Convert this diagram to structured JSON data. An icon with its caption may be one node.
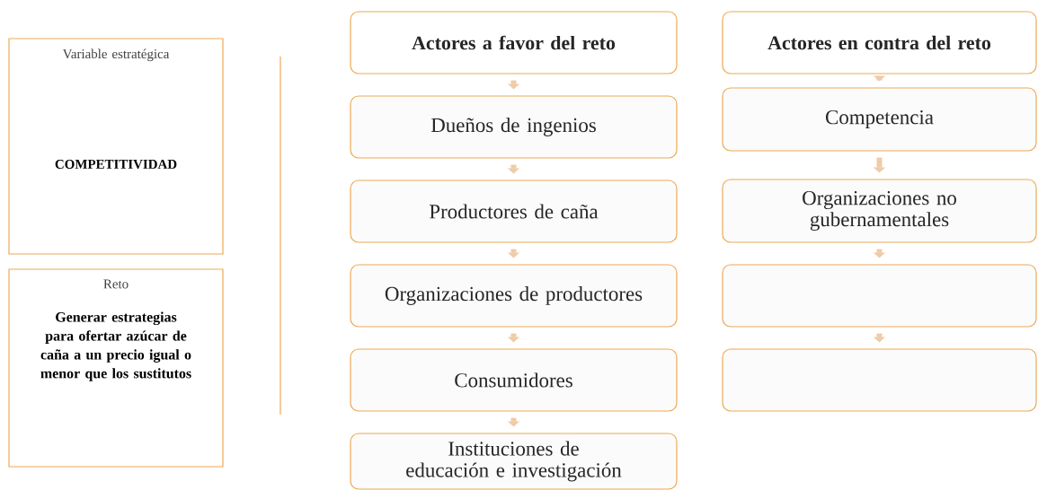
{
  "diagram": {
    "nodes": [
      {
        "text": [
          "Variable estratégica",
          "COMPETITIVIDAD"
        ]
      },
      {
        "text": [
          "Reto",
          "Generar estrategias para ofertar azúcar de caña a un precio igual o menor que los sustitutos"
        ]
      },
      {
        "text": [
          "Actores a favor del reto"
        ]
      },
      {
        "text": [
          "Dueños de ingenios"
        ]
      },
      {
        "text": [
          "Productores de caña"
        ]
      },
      {
        "text": [
          "Organizaciones de productores"
        ]
      },
      {
        "text": [
          "Consumidores"
        ]
      },
      {
        "text": [
          "Instituciones de educación e investigación"
        ]
      },
      {
        "text": [
          "Actores en contra del reto"
        ]
      },
      {
        "text": [
          "Competencia"
        ]
      },
      {
        "text": [
          "Organizaciones no gubernamentales"
        ]
      },
      {
        "text": [],
        "shape": "box"
      },
      {
        "text": [],
        "shape": "box"
      }
    ],
    "edges": [
      {
        "from": 2,
        "to": 3,
        "arrow": "to"
      },
      {
        "from": 3,
        "to": 4,
        "arrow": "to"
      },
      {
        "from": 4,
        "to": 5,
        "arrow": "to"
      },
      {
        "from": 5,
        "to": 6,
        "arrow": "to"
      },
      {
        "from": 6,
        "to": 7,
        "arrow": "to"
      },
      {
        "from": 8,
        "to": 9,
        "arrow": "to"
      },
      {
        "from": 9,
        "to": 10,
        "arrow": "to"
      },
      {
        "from": 10,
        "to": 11,
        "arrow": "to"
      },
      {
        "from": 11,
        "to": 12,
        "arrow": "to"
      }
    ]
  }
}
